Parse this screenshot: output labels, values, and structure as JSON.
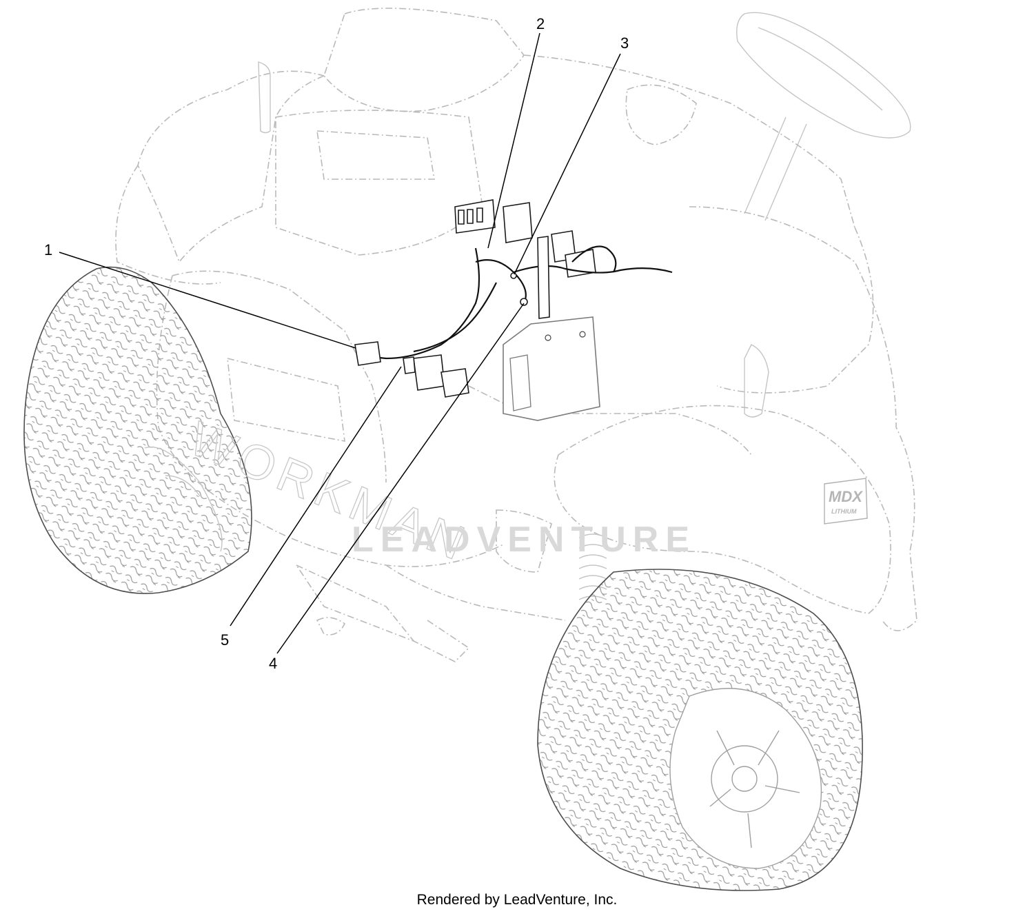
{
  "callouts": [
    {
      "id": "1",
      "label": "1"
    },
    {
      "id": "2",
      "label": "2"
    },
    {
      "id": "3",
      "label": "3"
    },
    {
      "id": "4",
      "label": "4"
    },
    {
      "id": "5",
      "label": "5"
    }
  ],
  "watermark": "LEADVENTURE",
  "vehicle_branding": {
    "body_letters": "WORKMAN",
    "badge_line1": "MDX",
    "badge_line2": "LITHIUM"
  },
  "footer": "Rendered by LeadVenture, Inc.",
  "colors": {
    "ghost_lines": "#b9b9b9",
    "part_lines": "#1a1a1a",
    "callout_text": "#000000",
    "watermark": "#d9d9d9"
  }
}
